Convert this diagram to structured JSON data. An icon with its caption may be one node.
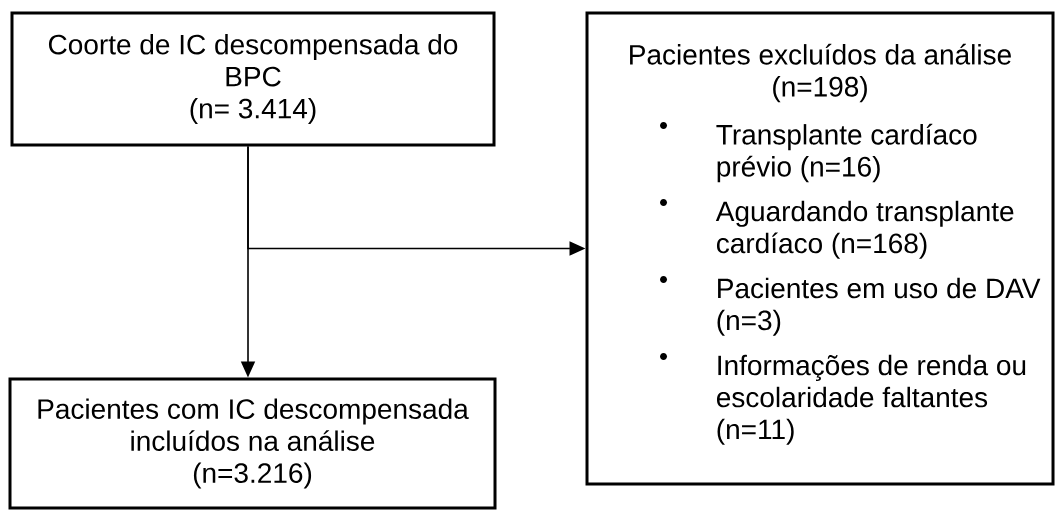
{
  "diagram": {
    "nodes": [
      {
        "text": [
          "Coorte de IC descompensada do BPC",
          "(n= 3.414)"
        ]
      },
      {
        "text": [
          "Pacientes excluídos da análise",
          "(n=198)",
          "Transplante cardíaco prévio (n=16)",
          "Aguardando transplante cardíaco (n=168)",
          "Pacientes em uso de DAV (n=3)",
          "Informações de renda ou escolaridade faltantes (n=11)"
        ]
      },
      {
        "text": [
          "Pacientes com IC descompensada incluídos na análise",
          "(n=3.216)"
        ]
      }
    ],
    "edges": [
      {
        "from": 0,
        "to": 2,
        "arrow": "to"
      },
      {
        "from": 0,
        "to": 1,
        "arrow": "to"
      }
    ]
  }
}
